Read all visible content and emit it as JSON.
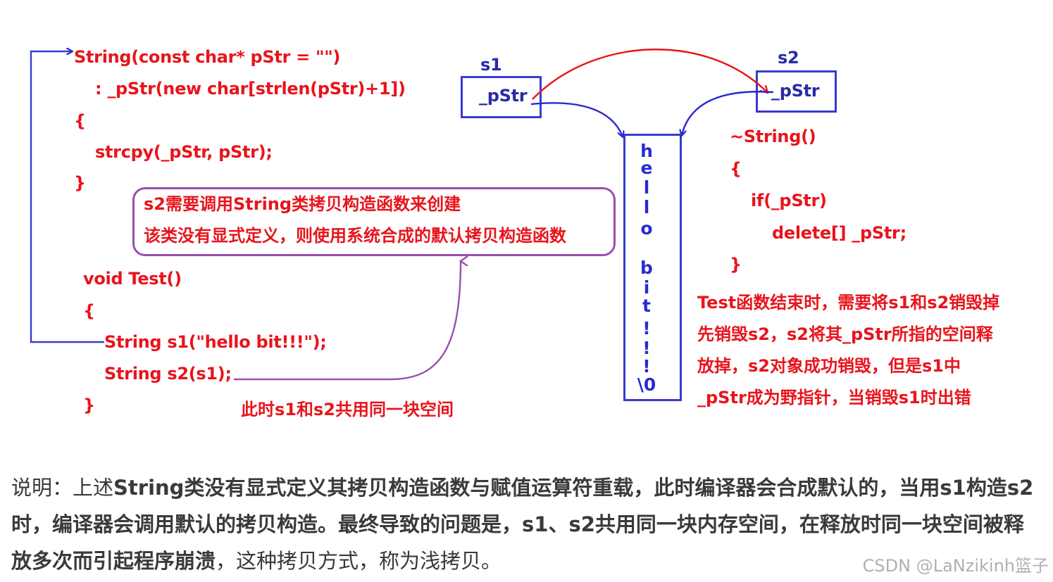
{
  "code_left": [
    "String(const char* pStr = \"\")",
    ": _pStr(new char[strlen(pStr)+1])",
    "{",
    "strcpy(_pStr, pStr);",
    "}",
    "void Test()",
    "{",
    "String s1(\"hello bit!!!\");",
    "String s2(s1);",
    "}"
  ],
  "note_box": [
    "s2需要调用String类拷贝构造函数来创建",
    "该类没有显式定义，则使用系统合成的默认拷贝构造函数"
  ],
  "share_note": "此时s1和s2共用同一块空间",
  "s1": {
    "label": "s1",
    "field": "_pStr"
  },
  "s2": {
    "label": "s2",
    "field": "_pStr"
  },
  "memory_chars": [
    "h",
    "e",
    "l",
    "l",
    "o",
    "b",
    "i",
    "t",
    "!",
    "!",
    "!",
    "\\0"
  ],
  "destructor_code": [
    "~String()",
    "{",
    "if(_pStr)",
    "delete[] _pStr;",
    "}"
  ],
  "destroy_note": [
    "Test函数结束时，需要将s1和s2销毁掉",
    "先销毁s2，s2将其_pStr所指的空间释",
    "放掉，s2对象成功销毁，但是s1中",
    "_pStr成为野指针，当销毁s1时出错"
  ],
  "explanation": {
    "prefix": "说明：上述",
    "p1": "String类没有显式定义其拷贝构造函数与赋值运算符重载，此时编译器会合成默认的，当用s1构造s2时，编译器会调用默认的拷贝构造。最终导致的问题是，s1、s2共用同一块内存空间，在释放时同一块空间被释放多次而引起程序崩溃",
    "p2": "，这种拷贝方式，称为浅拷贝。"
  },
  "watermark": "CSDN @LaNzikinh篮子",
  "colors": {
    "code_red": "#e8141c",
    "pointer_blue": "#2a2aa8",
    "box_blue": "#3a3ad0",
    "note_purple": "#9a4fb0",
    "text_gray": "#3a3a3a"
  }
}
